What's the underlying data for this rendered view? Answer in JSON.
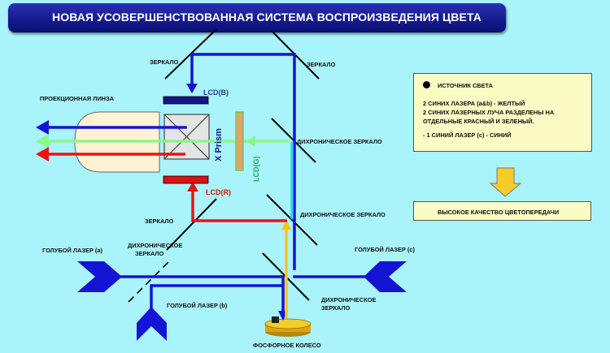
{
  "title": "НОВАЯ УСОВЕРШЕНСТВОВАННАЯ СИСТЕМА ВОСПРОИЗВЕДЕНИЯ ЦВЕТА",
  "labels": {
    "mirror_top_left": "ЗЕРКАЛО",
    "mirror_top_right": "ЗЕРКАЛО",
    "mirror_lower_left": "ЗЕРКАЛО",
    "projection_lens": "ПРОЕКЦИОННАЯ ЛИНЗА",
    "lcd_b": "LCD(B)",
    "lcd_g": "LCD(G)",
    "lcd_r": "LCD(R)",
    "x_prism": "X Prism",
    "dichroic_upper": "ДИХРОНИЧЕСКОЕ ЗЕРКАЛО",
    "dichroic_middle": "ДИХРОНИЧЕСКОЕ ЗЕРКАЛО",
    "dichroic_bottom_line1": "ДИХРОНИЧЕСКОЕ",
    "dichroic_bottom_line2": "ЗЕРКАЛО",
    "dichroic_left_line1": "ДИХРОНИЧЕСКОЕ",
    "dichroic_left_line2": "ЗЕРКАЛО",
    "laser_a": "ГОЛУБОЙ ЛАЗЕР (a)",
    "laser_b": "ГОЛУБОЙ ЛАЗЕР (b)",
    "laser_c": "ГОЛУБОЙ ЛАЗЕР (c)",
    "phosphor_wheel": "ФОСФОРНОЕ КОЛЕСО"
  },
  "info": {
    "heading": "ИСТОЧНИК СВЕТА",
    "line1": "2 СИНИХ ЛАЗЕРА (a&b) - ЖЕЛТЫЙ",
    "line2": "2 СИНИХ ЛАЗЕРНЫХ ЛУЧА РАЗДЕЛЕНЫ НА",
    "line3": "ОТДЕЛЬНЫЕ КРАСНЫЙ И ЗЕЛЕНЫЙ.",
    "line4": "- 1 СИНИЙ ЛАЗЕР (c) - СИНИЙ"
  },
  "result": "ВЫСОКОЕ КАЧЕСТВО ЦВЕТОПЕРЕДАЧИ",
  "colors": {
    "blue": "#1414d4",
    "green": "#8cf68c",
    "red": "#ee1111",
    "yellow": "#ffc21a",
    "cyan": "#2ad0f0",
    "lcd_green": "#e8a060",
    "arrow_yellow": "#f5cc2a"
  }
}
